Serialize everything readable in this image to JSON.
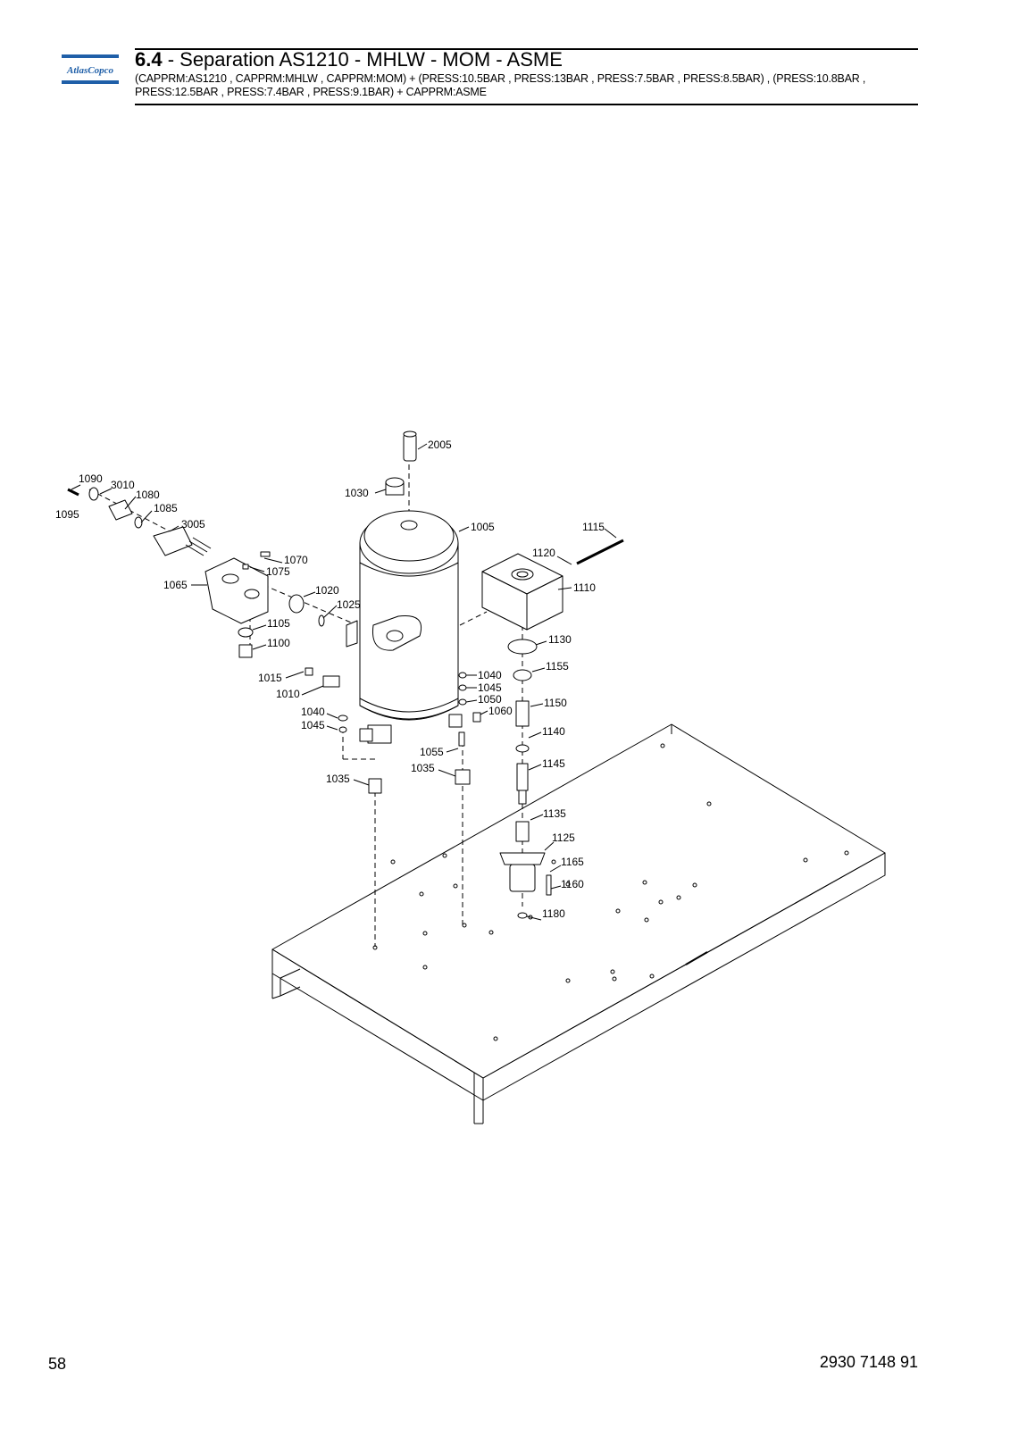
{
  "header": {
    "brand": "AtlasCopco",
    "section_number": "6.4",
    "title_rest": " - Separation AS1210 - MHLW - MOM - ASME",
    "subtitle": "(CAPPRM:AS1210 , CAPPRM:MHLW , CAPPRM:MOM) + (PRESS:10.5BAR , PRESS:13BAR , PRESS:7.5BAR , PRESS:8.5BAR) , (PRESS:10.8BAR , PRESS:12.5BAR , PRESS:7.4BAR , PRESS:9.1BAR) + CAPPRM:ASME"
  },
  "colors": {
    "brand_blue": "#1f5fa8",
    "line": "#000000"
  },
  "callouts": [
    {
      "id": "c2005",
      "label": "2005"
    },
    {
      "id": "c1090",
      "label": "1090"
    },
    {
      "id": "c3010",
      "label": "3010"
    },
    {
      "id": "c1080",
      "label": "1080"
    },
    {
      "id": "c1095",
      "label": "1095"
    },
    {
      "id": "c1085",
      "label": "1085"
    },
    {
      "id": "c3005",
      "label": "3005"
    },
    {
      "id": "c1030",
      "label": "1030"
    },
    {
      "id": "c1005",
      "label": "1005"
    },
    {
      "id": "c1115",
      "label": "1115"
    },
    {
      "id": "c1120",
      "label": "1120"
    },
    {
      "id": "c1110",
      "label": "1110"
    },
    {
      "id": "c1070",
      "label": "1070"
    },
    {
      "id": "c1075",
      "label": "1075"
    },
    {
      "id": "c1065",
      "label": "1065"
    },
    {
      "id": "c1020",
      "label": "1020"
    },
    {
      "id": "c1025",
      "label": "1025"
    },
    {
      "id": "c1105",
      "label": "1105"
    },
    {
      "id": "c1100",
      "label": "1100"
    },
    {
      "id": "c1130",
      "label": "1130"
    },
    {
      "id": "c1015",
      "label": "1015"
    },
    {
      "id": "c1040a",
      "label": "1040"
    },
    {
      "id": "c1155",
      "label": "1155"
    },
    {
      "id": "c1045a",
      "label": "1045"
    },
    {
      "id": "c1010",
      "label": "1010"
    },
    {
      "id": "c1050",
      "label": "1050"
    },
    {
      "id": "c1150",
      "label": "1150"
    },
    {
      "id": "c1060",
      "label": "1060"
    },
    {
      "id": "c1040b",
      "label": "1040"
    },
    {
      "id": "c1045b",
      "label": "1045"
    },
    {
      "id": "c1140",
      "label": "1140"
    },
    {
      "id": "c1055",
      "label": "1055"
    },
    {
      "id": "c1145",
      "label": "1145"
    },
    {
      "id": "c1035a",
      "label": "1035"
    },
    {
      "id": "c1035b",
      "label": "1035"
    },
    {
      "id": "c1135",
      "label": "1135"
    },
    {
      "id": "c1125",
      "label": "1125"
    },
    {
      "id": "c1165",
      "label": "1165"
    },
    {
      "id": "c1160",
      "label": "1160"
    },
    {
      "id": "c1180",
      "label": "1180"
    }
  ],
  "footer": {
    "page_number": "58",
    "document_number": "2930 7148 91"
  }
}
